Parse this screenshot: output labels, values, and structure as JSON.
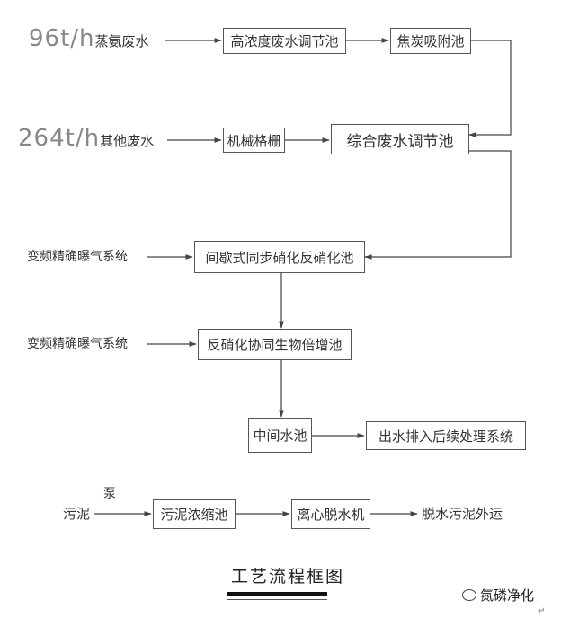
{
  "inputs": {
    "coking_rate": "96t/h",
    "coking_name": "蒸氨废水",
    "other_rate": "264t/h",
    "other_name": "其他废水",
    "aeration_1": "变频精确曝气系统",
    "aeration_2": "变频精确曝气系统",
    "sludge": "污泥",
    "pump": "泵"
  },
  "units": {
    "high_conc_tank": "高浓度废水调节池",
    "coke_adsorption": "焦炭吸附池",
    "mech_screen": "机械格栅",
    "combined_tank": "综合废水调节池",
    "sbr_tank": "间歇式同步硝化反硝化池",
    "denit_tank": "反硝化协同生物倍增池",
    "middle_tank": "中间水池",
    "discharge": "出水排入后续处理系统",
    "thickener": "污泥浓缩池",
    "centrifuge": "离心脱水机",
    "sludge_out": "脱水污泥外运"
  },
  "caption": "工艺流程框图",
  "watermark": "氮磷净化",
  "colors": {
    "line": "#444444",
    "text": "#333333",
    "rate_text": "#888888",
    "caption_bar": "#111111"
  }
}
